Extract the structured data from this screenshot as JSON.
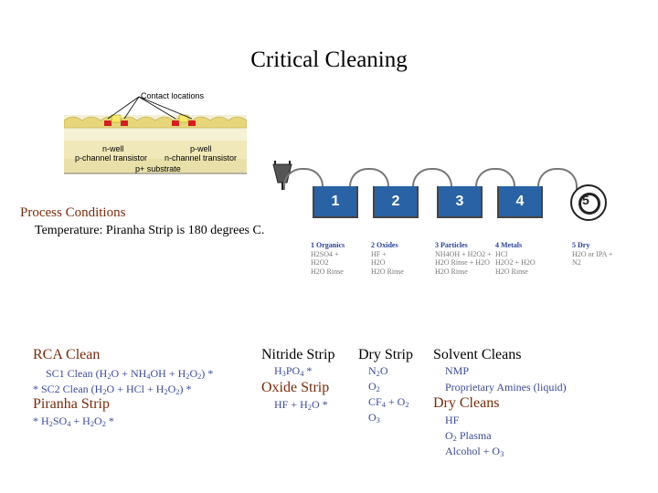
{
  "title": "Critical Cleaning",
  "diagram": {
    "callout": "Contact locations",
    "labels": {
      "nwell": "n-well",
      "pwell": "p-well",
      "pch": "p-channel transistor",
      "nch": "n-channel transistor",
      "sub": "p+ substrate"
    }
  },
  "process": {
    "heading": "Process Conditions",
    "temperature": "Temperature:  Piranha Strip is 180 degrees C."
  },
  "steps": [
    {
      "num": "1",
      "title": "1 Organics",
      "items": [
        "H2SO4 +",
        "H2O2",
        "H2O Rinse"
      ]
    },
    {
      "num": "2",
      "title": "2 Oxides",
      "items": [
        "HF +",
        "H2O",
        "H2O Rinse"
      ]
    },
    {
      "num": "3",
      "title": "3 Particles",
      "items": [
        "NH4OH + H2O2 +",
        "H2O Rinse + H2O",
        "H2O Rinse"
      ]
    },
    {
      "num": "4",
      "title": "4 Metals",
      "items": [
        "HCl",
        "H2O2 + H2O",
        "H2O Rinse"
      ]
    },
    {
      "num": "5",
      "title": "5 Dry",
      "items": [
        "H2O or IPA +",
        "N2"
      ]
    }
  ],
  "rca": {
    "heading": "RCA Clean",
    "sc1_a": "SC1 Clean  (H",
    "sc1_b": "O + NH",
    "sc1_c": "OH + H",
    "sc1_d": "O",
    "sc1_e": ") *",
    "sc2_a": "* SC2 Clean  (H",
    "sc2_b": "O + HCl + H",
    "sc2_c": "O",
    "sc2_d": ") *"
  },
  "piranha": {
    "heading": "Piranha Strip",
    "a": "* H",
    "b": "SO",
    "c": " + H",
    "d": "O",
    "e": " *"
  },
  "nitride": {
    "heading": "Nitride Strip",
    "a": "H",
    "b": "PO",
    "c": " *"
  },
  "oxide": {
    "heading": "Oxide Strip",
    "a": "HF + H",
    "b": "O *"
  },
  "dry_strip": {
    "heading": "Dry Strip",
    "n2o_a": "N",
    "n2o_b": "O",
    "o2": "O",
    "cf4_a": "CF",
    "cf4_b": " + O",
    "o3": "O"
  },
  "solvent": {
    "heading": "Solvent Cleans",
    "nmp": "NMP",
    "amines": "Proprietary Amines (liquid)"
  },
  "dry_cleans": {
    "heading": "Dry Cleans",
    "hf": "HF",
    "plasma": " Plasma",
    "alcohol": "Alcohol + O"
  },
  "subs": {
    "two": "2",
    "three": "3",
    "four": "4"
  }
}
